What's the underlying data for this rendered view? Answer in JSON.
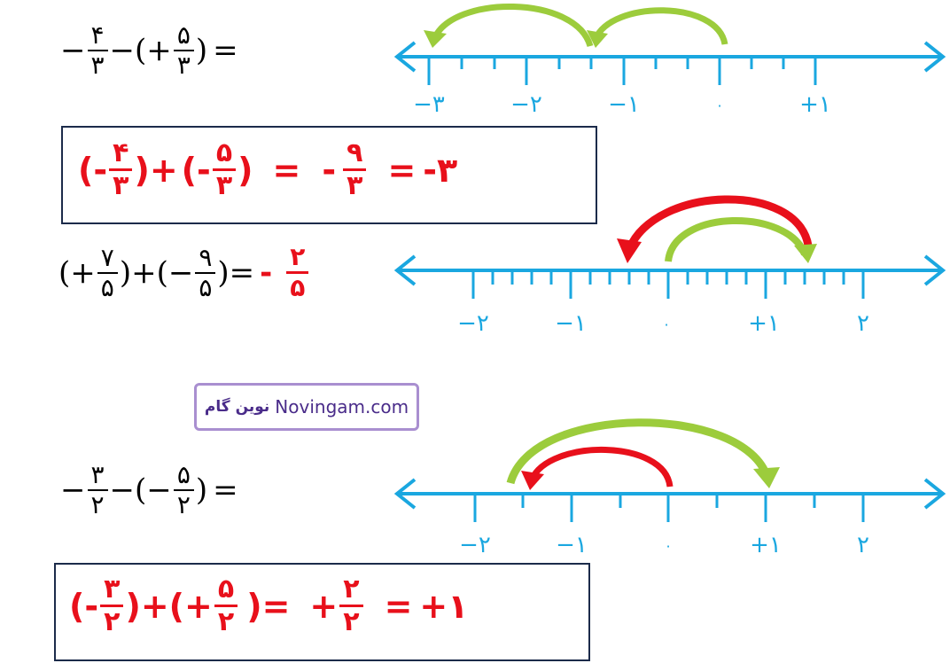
{
  "problem1": {
    "question": {
      "sign1": "−",
      "num1": "۴",
      "den1": "۳",
      "op": "−",
      "open": "(+",
      "num2": "۵",
      "den2": "۳",
      "close": ")",
      "eq": "="
    },
    "answer": {
      "open1": "(-",
      "num1": "۴",
      "den1": "۳",
      "close1": ")+",
      "open2": "(-",
      "num2": "۵",
      "den2": "۳",
      "close2": ")",
      "eq1": "=",
      "sign3": "-",
      "num3": "۹",
      "den3": "۳",
      "eq2": "=",
      "result": "-۳"
    },
    "numberline": {
      "labels": [
        "−۳",
        "−۲",
        "−۱",
        "۰",
        "+۱"
      ]
    }
  },
  "problem2": {
    "question": {
      "open1": "(+",
      "num1": "۷",
      "den1": "۵",
      "close1": ")",
      "op": "+",
      "open2": "(−",
      "num2": "۹",
      "den2": "۵",
      "close2": ")",
      "eq": "=",
      "ans_sign": "-",
      "ans_num": "۲",
      "ans_den": "۵"
    },
    "numberline": {
      "labels": [
        "−۲",
        "−۱",
        "۰",
        "+۱",
        "۲"
      ]
    }
  },
  "problem3": {
    "question": {
      "sign1": "−",
      "num1": "۳",
      "den1": "۲",
      "op": "−",
      "open": "(−",
      "num2": "۵",
      "den2": "۲",
      "close": ")",
      "eq": "="
    },
    "answer": {
      "open1": "(-",
      "num1": "۳",
      "den1": "۲",
      "close1": ")+",
      "open2": "(+",
      "num2": "۵",
      "den2": "۲",
      "close2": ")",
      "eq1": "=",
      "sign3": "+",
      "num3": "۲",
      "den3": "۲",
      "eq2": "=",
      "result": "+۱"
    },
    "numberline": {
      "labels": [
        "−۲",
        "−۱",
        "۰",
        "+۱",
        "۲"
      ]
    }
  },
  "watermark": {
    "fa": "نوین گام",
    "en": "Novingam.com"
  },
  "colors": {
    "line": "#1aa7e0",
    "answer": "#e8101b",
    "green_arrow": "#9ccc3c",
    "red_arrow": "#e8101b",
    "box_border": "#1c2b4a",
    "watermark_border": "#a98fd0"
  }
}
